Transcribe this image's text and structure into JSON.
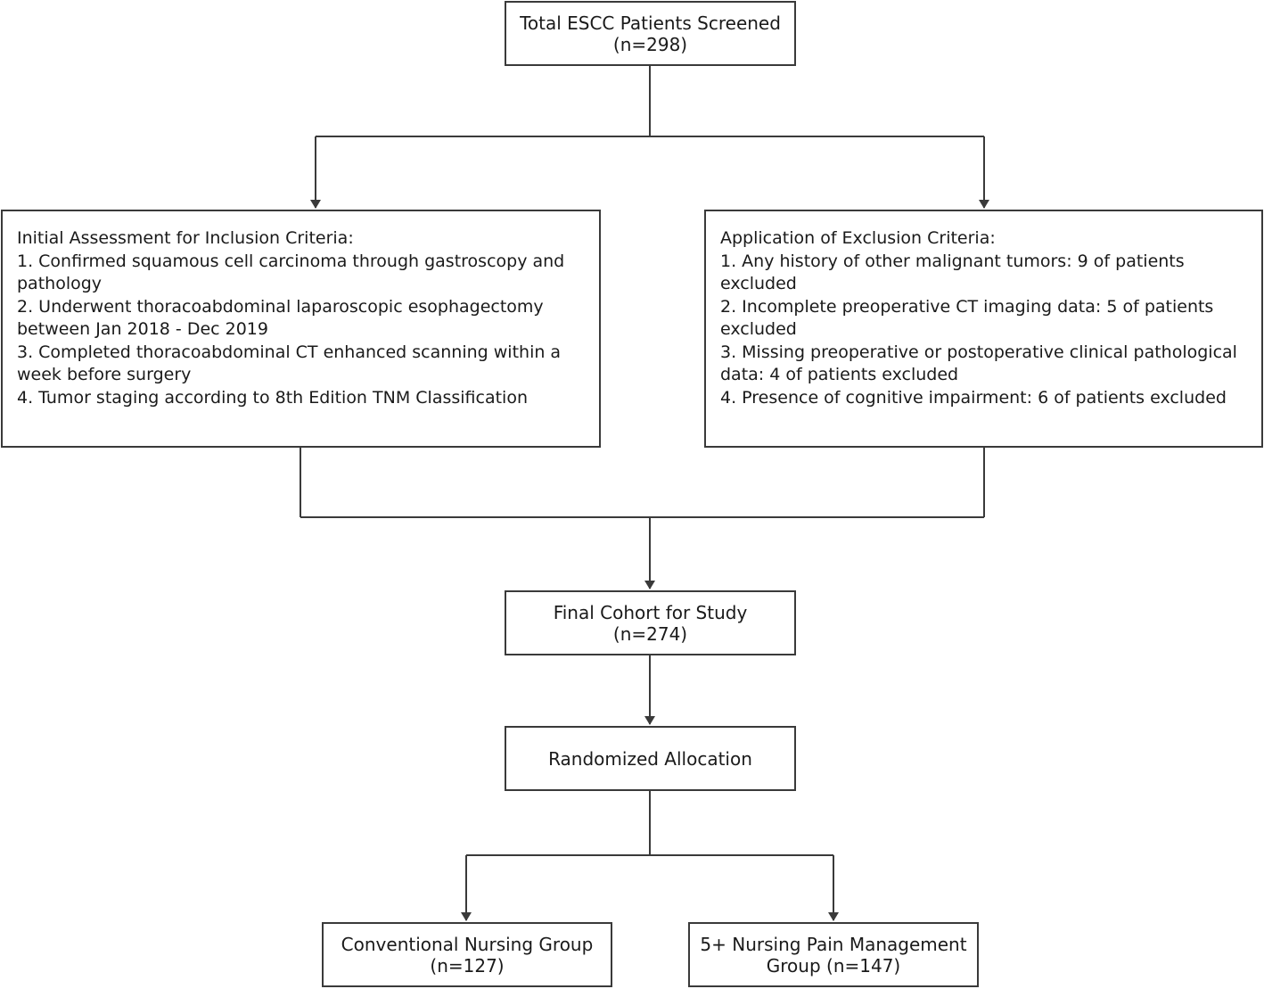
{
  "screened": {
    "title": "Total ESCC Patients Screened",
    "count": "(n=298)"
  },
  "inclusion": {
    "heading": "Initial Assessment for Inclusion Criteria:",
    "items": [
      "1. Confirmed squamous cell carcinoma through gastroscopy and pathology",
      "2. Underwent thoracoabdominal laparoscopic esophagectomy between Jan 2018 - Dec 2019",
      "3. Completed thoracoabdominal CT enhanced scanning within a week before surgery",
      "4. Tumor staging according to 8th Edition TNM Classification"
    ]
  },
  "exclusion": {
    "heading": "Application of Exclusion Criteria:",
    "items": [
      "1. Any history of other malignant tumors: 9 of patients excluded",
      "2. Incomplete preoperative CT imaging data: 5 of patients excluded",
      "3. Missing preoperative or postoperative clinical pathological data: 4 of patients excluded",
      "4. Presence of cognitive impairment: 6 of patients excluded"
    ]
  },
  "final_cohort": {
    "title": "Final Cohort for Study",
    "count": "(n=274)"
  },
  "randomization": {
    "title": "Randomized Allocation"
  },
  "groups": {
    "conventional": {
      "title": "Conventional Nursing Group",
      "count": "(n=127)"
    },
    "pain_management": {
      "line1": "5+ Nursing Pain Management",
      "line2": "Group (n=147)"
    }
  },
  "colors": {
    "line": "#3a3a3a",
    "border": "#3a3a3a",
    "text": "#1a1a1a"
  }
}
